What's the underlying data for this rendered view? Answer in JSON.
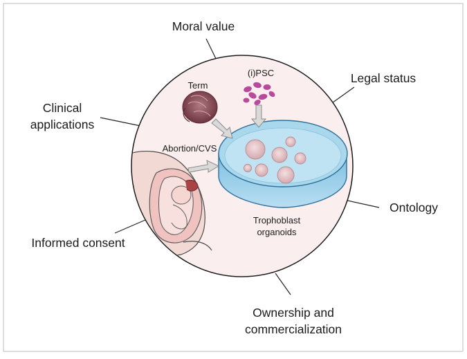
{
  "labels": {
    "moral_value": "Moral value",
    "legal_status": "Legal status",
    "clinical_applications_line1": "Clinical",
    "clinical_applications_line2": "applications",
    "ontology": "Ontology",
    "informed_consent": "Informed consent",
    "ownership_line1": "Ownership and",
    "ownership_line2": "commercialization"
  },
  "sources": {
    "term": "Term",
    "ipsc": "(i)PSC",
    "abortion_cvs": "Abortion/CVS"
  },
  "product": {
    "line1": "Trophoblast",
    "line2": "organoids"
  },
  "colors": {
    "circle_fill": "#fbeeef",
    "dish_fill": "#a9d7ec",
    "organoid": "#e5c4c7",
    "cell": "#b84a9c",
    "placenta": "#7a3f4a",
    "arrow": "#d9d9d9"
  }
}
